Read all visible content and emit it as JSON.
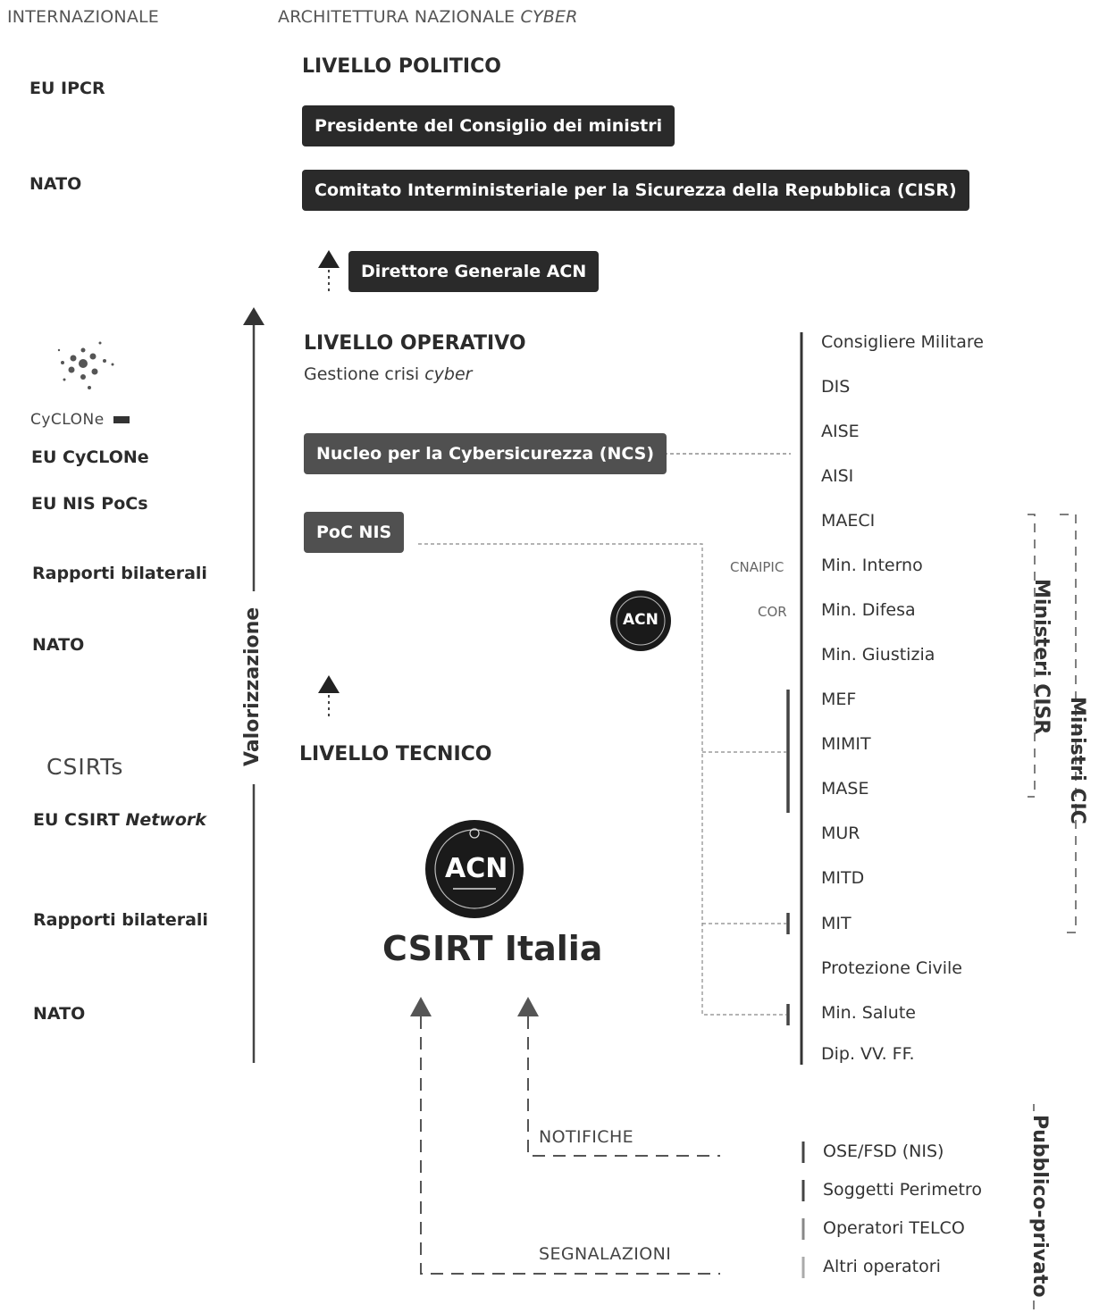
{
  "headers": {
    "international": "INTERNAZIONALE",
    "national_prefix": "ARCHITETTURA NAZIONALE ",
    "national_italic": "CYBER"
  },
  "international": {
    "eu_ipcr": "EU IPCR",
    "nato_1": "NATO",
    "cyclone_logo": "CyCLONe",
    "eu_cyclone": "EU CyCLONe",
    "eu_nis_pocs": "EU NIS PoCs",
    "bilaterali_1": "Rapporti bilaterali",
    "nato_2": "NATO",
    "csirts_logo": "CSIRTs",
    "eu_csirt_prefix": "EU CSIRT ",
    "eu_csirt_italic": "Network",
    "bilaterali_2": "Rapporti bilaterali",
    "nato_3": "NATO"
  },
  "political": {
    "title": "LIVELLO POLITICO",
    "president": "Presidente del Consiglio dei ministri",
    "cisr": "Comitato Interministeriale per la Sicurezza della Repubblica (CISR)",
    "director": "Direttore Generale ACN"
  },
  "operational": {
    "title": "LIVELLO OPERATIVO",
    "subtitle_prefix": "Gestione crisi ",
    "subtitle_italic": "cyber",
    "ncs": "Nucleo per la Cybersicurezza (NCS)",
    "poc_nis": "PoC NIS"
  },
  "technical": {
    "title": "LIVELLO TECNICO",
    "csirt": "CSIRT Italia",
    "acn_logo": "ACN"
  },
  "valorizzazione": "Valorizzazione",
  "entities": [
    "Consigliere Militare",
    "DIS",
    "AISE",
    "AISI",
    "MAECI",
    "Min. Interno",
    "Min. Difesa",
    "Min. Giustizia",
    "MEF",
    "MIMIT",
    "MASE",
    "MUR",
    "MITD",
    "MIT",
    "Protezione Civile",
    "Min. Salute",
    "Dip. VV. FF."
  ],
  "tags": {
    "cnaipic": "CNAIPIC",
    "cor": "COR"
  },
  "groups": {
    "cisr": "Ministeri CISR",
    "cic": "Ministri CIC",
    "pubblico": "Pubblico-privato"
  },
  "private": [
    "OSE/FSD (NIS)",
    "Soggetti Perimetro",
    "Operatori TELCO",
    "Altri operatori"
  ],
  "flows": {
    "notifiche": "NOTIFICHE",
    "segnalazioni": "SEGNALAZIONI"
  }
}
